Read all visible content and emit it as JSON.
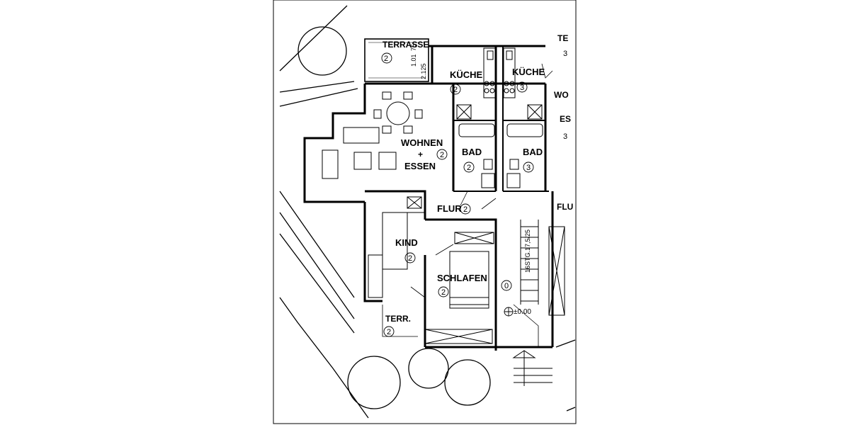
{
  "plan": {
    "ink_color": "#000000",
    "paper_color": "#ffffff",
    "rooms": [
      {
        "id": "terrasse",
        "name": "TERRASSE",
        "unit": "2"
      },
      {
        "id": "kueche2",
        "name": "KÜCHE",
        "unit": "2"
      },
      {
        "id": "kueche3",
        "name": "KÜCHE",
        "unit": "3"
      },
      {
        "id": "wohnen",
        "name": "WOHNEN",
        "plus": "+",
        "name2": "ESSEN",
        "unit": "2"
      },
      {
        "id": "bad2",
        "name": "BAD",
        "unit": "2"
      },
      {
        "id": "bad3",
        "name": "BAD",
        "unit": "3"
      },
      {
        "id": "flur2",
        "name": "FLUR",
        "unit": "2"
      },
      {
        "id": "kind",
        "name": "KIND",
        "unit": "2"
      },
      {
        "id": "schlafen",
        "name": "SCHLAFEN",
        "unit": "2"
      },
      {
        "id": "terr",
        "name": "TERR.",
        "unit": "2"
      },
      {
        "id": "stair",
        "name": "",
        "unit": "0"
      }
    ],
    "partial_labels": {
      "te": "TE",
      "wo": "WO",
      "es": "ES",
      "fl": "FLU",
      "unit3": "3",
      "unit3b": "3"
    },
    "dims": {
      "door1": "1.01",
      "door2": "75",
      "door3": "2.125",
      "stairs": "16STG.17,5/25",
      "level": "±0.00"
    }
  }
}
